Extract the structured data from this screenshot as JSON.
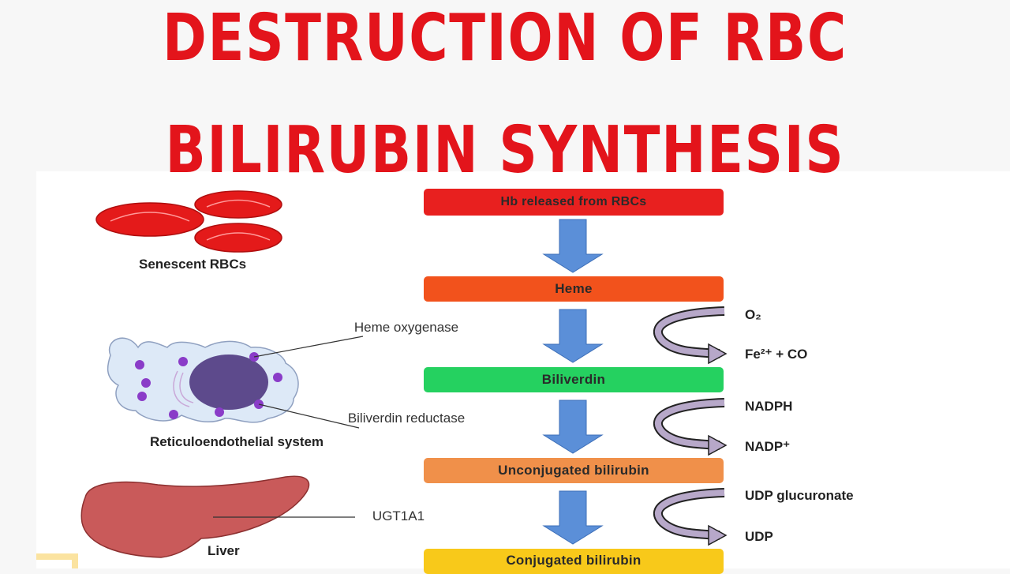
{
  "title": {
    "line1": "DESTRUCTION OF RBC",
    "line2": "BILIRUBIN SYNTHESIS"
  },
  "pathway": {
    "steps": [
      {
        "label": "Hb released from RBCs",
        "color": "#e8201f"
      },
      {
        "label": "Heme",
        "color": "#f2521c"
      },
      {
        "label": "Biliverdin",
        "color": "#25d160"
      },
      {
        "label": "Unconjugated bilirubin",
        "color": "#f0904a"
      },
      {
        "label": "Conjugated bilirubin",
        "color": "#f8c91a"
      }
    ],
    "arrow_color": "#5b8fd8",
    "reactions": [
      {
        "input": "O₂",
        "output": "Fe²⁺ + CO"
      },
      {
        "input": "NADPH",
        "output": "NADP⁺"
      },
      {
        "input": "UDP glucuronate",
        "output": "UDP"
      }
    ]
  },
  "left_panel": {
    "rbc_label": "Senescent RBCs",
    "res_label": "Reticuloendothelial system",
    "liver_label": "Liver"
  },
  "enzymes": {
    "heme_oxygenase": "Heme oxygenase",
    "biliverdin_reductase": "Biliverdin reductase",
    "ugt1a1": "UGT1A1"
  }
}
